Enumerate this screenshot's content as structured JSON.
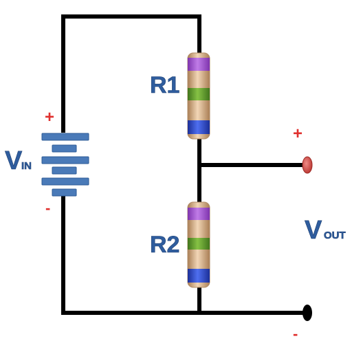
{
  "labels": {
    "vin_main": "V",
    "vin_sub": "IN",
    "vout_main": "V",
    "vout_sub": "OUT",
    "r1": "R1",
    "r2": "R2"
  },
  "signs": {
    "battery_plus": "+",
    "battery_minus": "-",
    "output_plus": "+",
    "output_minus": "-"
  },
  "colors": {
    "wire": "#000000",
    "battery_plate": "#4a7ab8",
    "label_blue": "#2f5d9e",
    "sign_red": "#e0302e",
    "resistor_body": "#d9b48f",
    "band_purple": "#a24fd0",
    "band_green": "#5e9d2c",
    "band_blue": "#2a47c8",
    "terminal_plus": "#d9534f",
    "terminal_minus": "#000000"
  }
}
